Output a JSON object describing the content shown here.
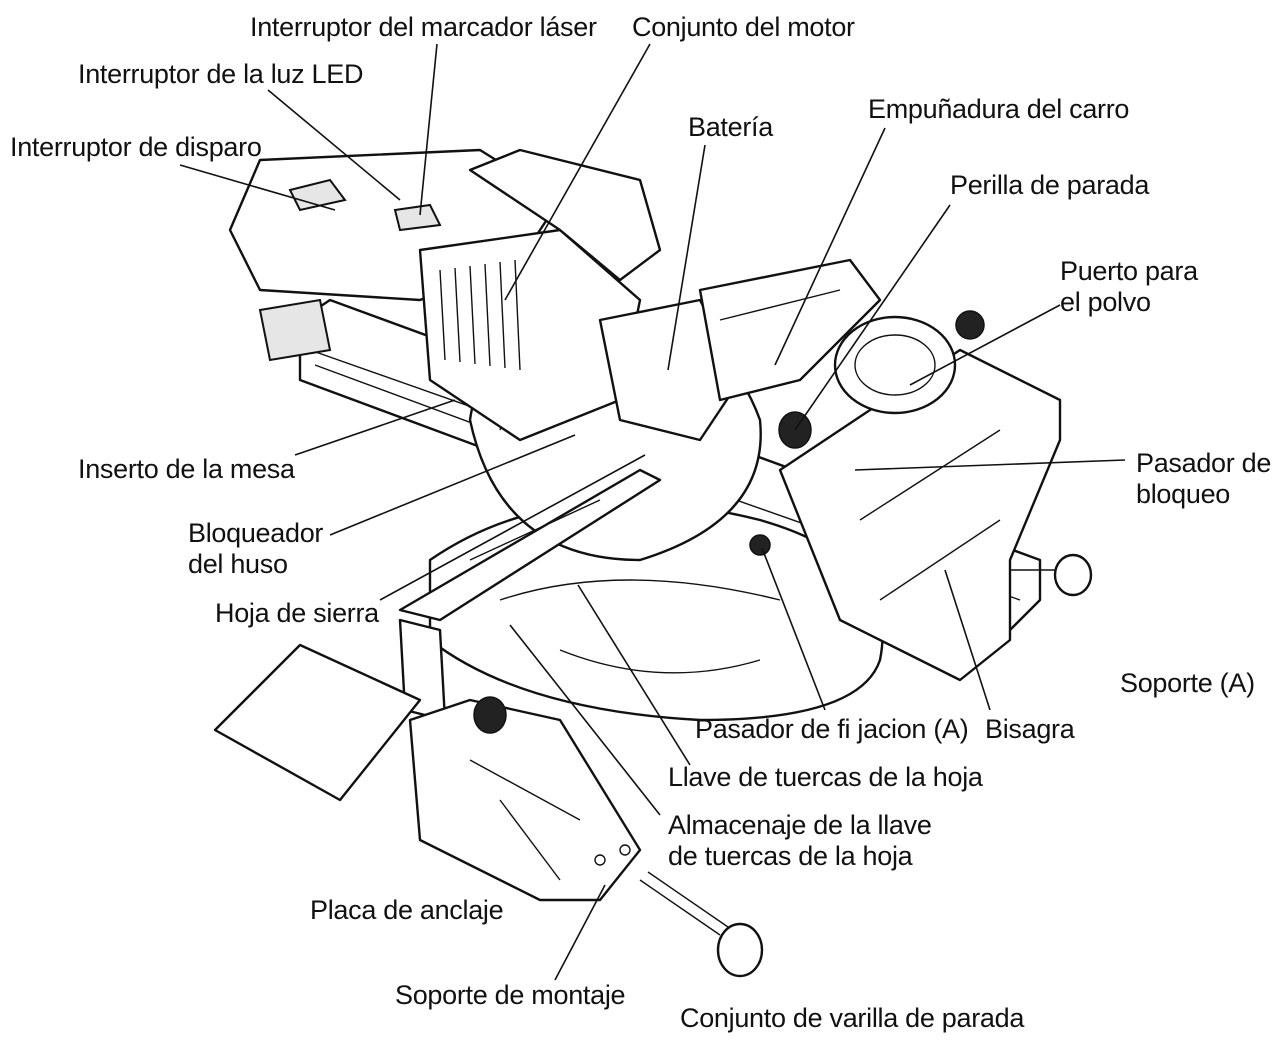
{
  "labels": {
    "laser_switch": "Interruptor del marcador láser",
    "motor_assembly": "Conjunto del motor",
    "led_switch": "Interruptor de la luz LED",
    "battery": "Batería",
    "carriage_handle": "Empuñadura del carro",
    "trigger_switch": "Interruptor de disparo",
    "stop_knob": "Perilla de parada",
    "dust_port_line1": "Puerto para",
    "dust_port_line2": "el polvo",
    "table_insert": "Inserto de la mesa",
    "lock_pin_line1": "Pasador de",
    "lock_pin_line2": "bloqueo",
    "spindle_lock_line1": "Bloqueador",
    "spindle_lock_line2": "del huso",
    "saw_blade": "Hoja de sierra",
    "support_a": "Soporte (A)",
    "fixing_pin_a": "Pasador de fi jacion (A)",
    "hinge": "Bisagra",
    "blade_wrench": "Llave de tuercas de la hoja",
    "wrench_storage_line1": "Almacenaje de la llave",
    "wrench_storage_line2": "de tuercas de la hoja",
    "anchor_plate": "Placa de anclaje",
    "mounting_bracket": "Soporte de montaje",
    "stop_rod_assembly": "Conjunto de varilla de parada"
  }
}
